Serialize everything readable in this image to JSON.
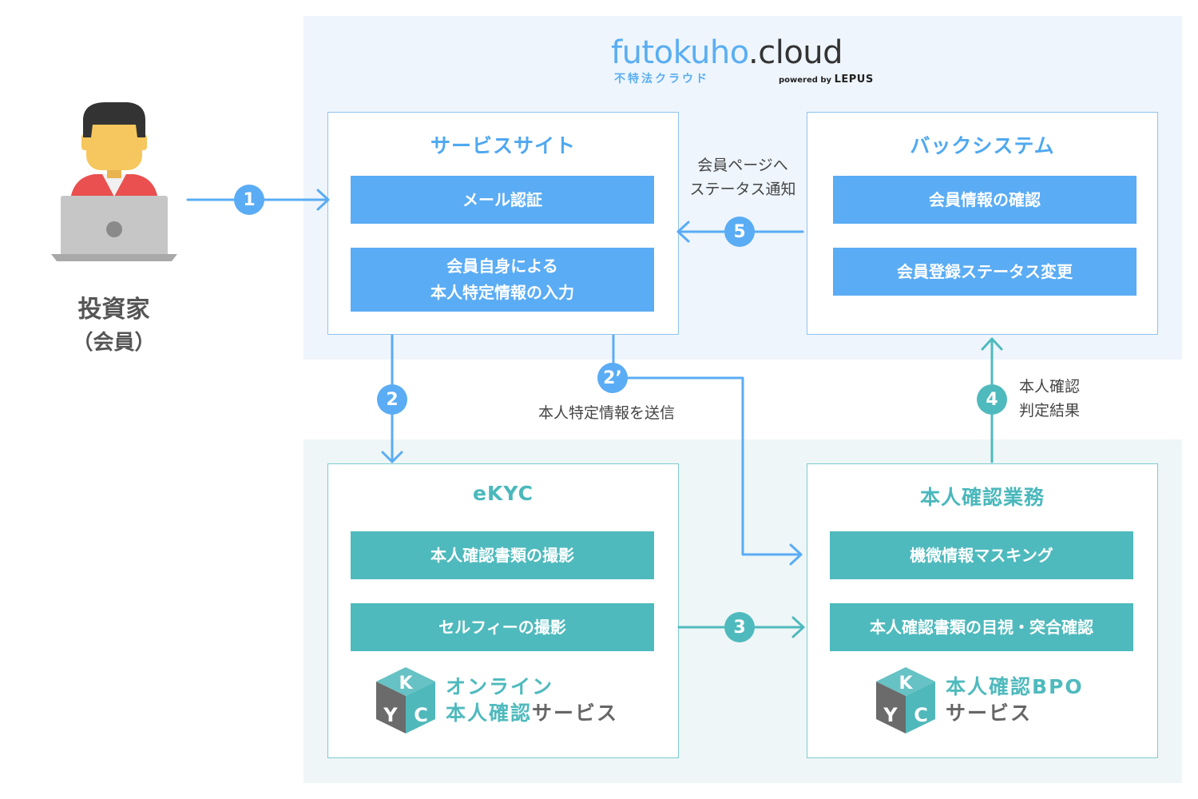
{
  "logo": {
    "main_part1": "futokuho",
    "main_part2": ".cloud",
    "sub": "不特法クラウド",
    "powered_by": "powered by",
    "brand": "LEPUS"
  },
  "investor": {
    "label": "投資家",
    "sublabel": "（会員）"
  },
  "service_site": {
    "title": "サービスサイト",
    "items": [
      "メール認証",
      "会員自身による\n本人特定情報の入力"
    ]
  },
  "back_system": {
    "title": "バックシステム",
    "items": [
      "会員情報の確認",
      "会員登録ステータス変更"
    ]
  },
  "ekyc": {
    "title": "eKYC",
    "items": [
      "本人確認書類の撮影",
      "セルフィーの撮影"
    ],
    "service_line1": "オンライン",
    "service_line2a": "本人確認",
    "service_line2b": "サービス"
  },
  "verification": {
    "title": "本人確認業務",
    "items": [
      "機微情報マスキング",
      "本人確認書類の目視・突合確認"
    ],
    "service_line1": "本人確認BPO",
    "service_line2": "サービス"
  },
  "steps": {
    "s1": "1",
    "s2": "2",
    "s2p": "2’",
    "s3": "3",
    "s4": "4",
    "s5": "5"
  },
  "labels": {
    "notify": "会員ページへ\nステータス通知",
    "send_info": "本人特定情報を送信",
    "result": "本人確認\n判定結果"
  },
  "kyc_icon": {
    "letters": [
      "K",
      "Y",
      "C"
    ]
  },
  "colors": {
    "blue": "#5aacf4",
    "teal": "#4fbabd",
    "user_shirt": "#e9504f",
    "user_skin": "#f6c75e",
    "laptop": "#c6c6c6"
  }
}
